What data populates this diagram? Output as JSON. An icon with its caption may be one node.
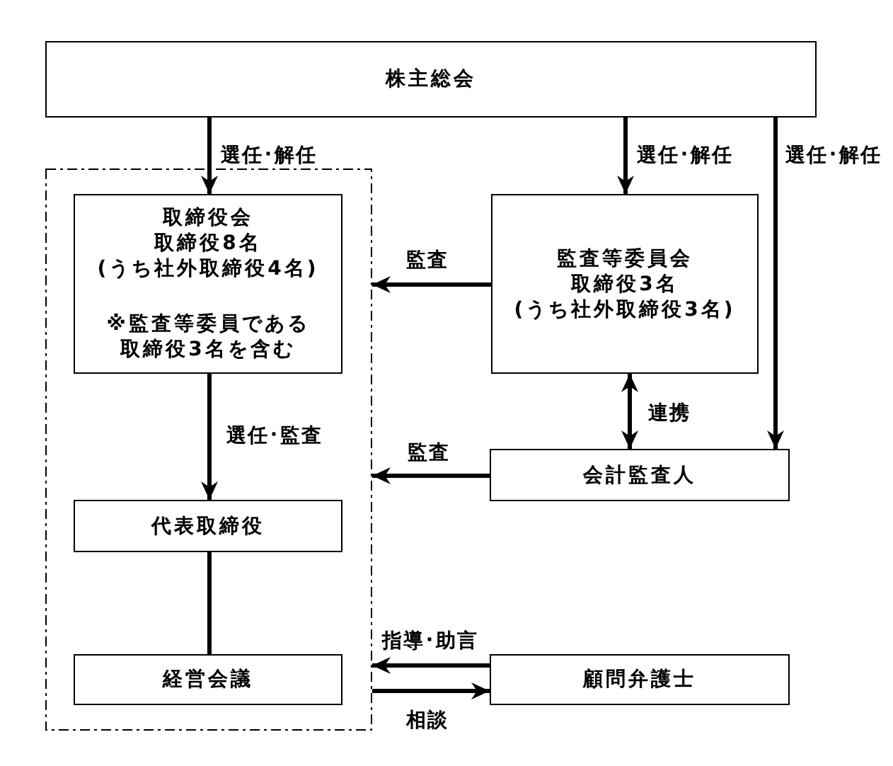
{
  "diagram": {
    "nodes": [
      {
        "text": [
          "株主総会"
        ]
      },
      {
        "text": [],
        "shape": "box"
      },
      {
        "text": [
          "取締役会",
          "取締役8名",
          "(うち社外取締役4名)",
          "※監査等委員である取締役3名を含む"
        ],
        "in": 1
      },
      {
        "text": [
          "監査等委員会",
          "取締役3名",
          "(うち社外取締役3名)"
        ]
      },
      {
        "text": [
          "会計監査人"
        ]
      },
      {
        "text": [
          "代表取締役"
        ],
        "in": 1
      },
      {
        "text": [
          "経営会議"
        ],
        "in": 1
      },
      {
        "text": [
          "顧問弁護士"
        ]
      }
    ],
    "edges": [
      {
        "from": 0,
        "to": 2,
        "arrow": "to",
        "label": "選任･解任"
      },
      {
        "from": 0,
        "to": 3,
        "arrow": "to",
        "label": "選任･解任"
      },
      {
        "from": 0,
        "to": 4,
        "arrow": "to",
        "label": "選任･解任"
      },
      {
        "from": 3,
        "to": 1,
        "arrow": "to",
        "label": "監査"
      },
      {
        "from": 3,
        "to": 4,
        "arrow": "both",
        "label": "連携"
      },
      {
        "from": 4,
        "to": 1,
        "arrow": "to",
        "label": "監査"
      },
      {
        "from": 2,
        "to": 5,
        "arrow": "to",
        "label": "選任･監査"
      },
      {
        "from": 5,
        "to": 6,
        "arrow": "none"
      },
      {
        "from": 7,
        "to": 1,
        "arrow": "to",
        "label": "指導･助言"
      },
      {
        "from": 1,
        "to": 7,
        "arrow": "to",
        "label": "相談"
      }
    ]
  }
}
